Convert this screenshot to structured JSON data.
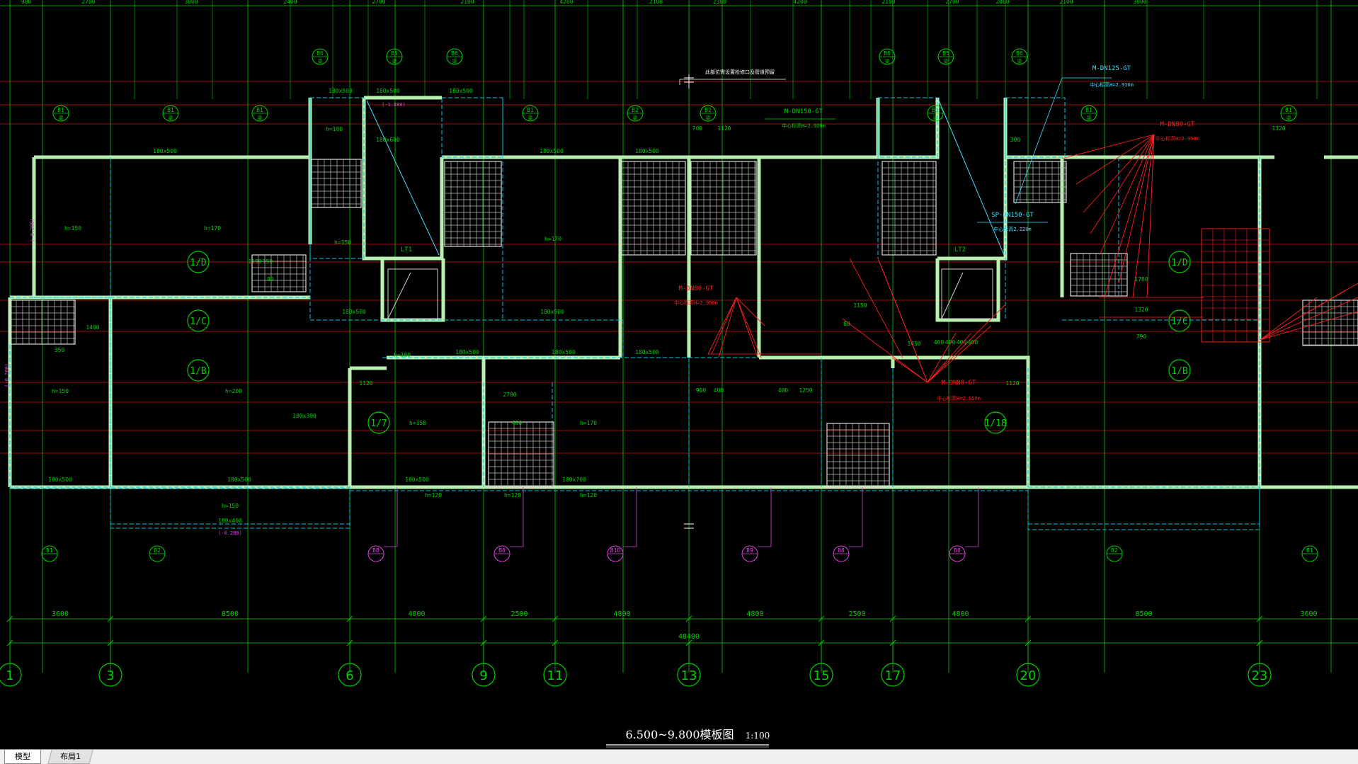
{
  "drawing": {
    "title": "6.500~9.800模板图",
    "scale": "1:100",
    "colors": {
      "grid": "#00d000",
      "axis_red": "#d01010",
      "wall": "#b8f0b0",
      "beam_dash": "#00c8e8",
      "pipe_red": "#ff2020",
      "magenta": "#e040e0",
      "cyan_text": "#40e0ff",
      "background": "#000000"
    },
    "bottom_dims": [
      "3600",
      "8500",
      "4800",
      "2500",
      "4800",
      "4800",
      "2500",
      "4800",
      "8500",
      "3600"
    ],
    "total_dim": "48400",
    "axis_labels": [
      "1",
      "3",
      "6",
      "9",
      "11",
      "13",
      "15",
      "17",
      "20",
      "23"
    ],
    "side_axis_labels": [
      "1/D",
      "1/C",
      "1/B"
    ],
    "side_axis_labels_right": [
      "1/D",
      "1/C",
      "1/B"
    ],
    "mid_axis_labels": [
      "1/7",
      "1/18"
    ],
    "top_dims": [
      "900",
      "2700",
      "3000",
      "2400",
      "2700",
      "2100",
      "4200",
      "2100",
      "2300",
      "4200",
      "2100",
      "2700",
      "2000",
      "2100",
      "3000",
      "2100"
    ],
    "bubbles_top": [
      "B6",
      "B5",
      "B6",
      "B1",
      "B1",
      "B1",
      "B1",
      "B2",
      "B2",
      "B1",
      "B6",
      "B5",
      "B6",
      "B1",
      "B1"
    ],
    "bubbles_bottom_green": [
      "B1",
      "B2",
      "B2",
      "B1"
    ],
    "bubbles_bottom_magenta": [
      "B8",
      "B8",
      "B10",
      "B9",
      "B8",
      "B8"
    ],
    "pipe_labels": [
      "M-DN125-GT",
      "中心标高H=2.910m",
      "M-DN150-GT",
      "中心标高H=2.920m",
      "M-DN80-GT",
      "中心标高H=2.950m",
      "M-DN80-GT",
      "中心标高H=2.950m",
      "M-DN80-GT",
      "中心标高H=2.950m",
      "SP-DN150-GT",
      "中心标高2.220m"
    ],
    "beam_labels": [
      "180x500",
      "180x500",
      "180x500",
      "180x500",
      "180x500",
      "180x500",
      "180x500",
      "180x500",
      "180x500",
      "180x500",
      "180x500",
      "180x500",
      "180x500",
      "180x500",
      "180x700",
      "180x400",
      "180x600",
      "180x300"
    ],
    "slab_labels": [
      "h=150",
      "h=170",
      "h=100",
      "h=150",
      "h=170",
      "h=180",
      "h=150",
      "h=200",
      "h=150",
      "h=170",
      "h=120",
      "h=120",
      "h=120",
      "h=150"
    ],
    "lift_labels": [
      "LT1",
      "LT2"
    ],
    "note": "此部位需设置检修口及管道预留",
    "dims_misc": [
      "700",
      "1120",
      "300",
      "1320",
      "1150",
      "1450",
      "400",
      "400",
      "400",
      "400",
      "900",
      "400",
      "400",
      "1250",
      "1120",
      "1120",
      "2700",
      "400",
      "1780",
      "1320",
      "790",
      "1400",
      "350",
      "1190",
      "150",
      "90",
      "80"
    ]
  },
  "tabs": [
    {
      "label": "模型",
      "active": true
    },
    {
      "label": "布局1",
      "active": false
    }
  ]
}
